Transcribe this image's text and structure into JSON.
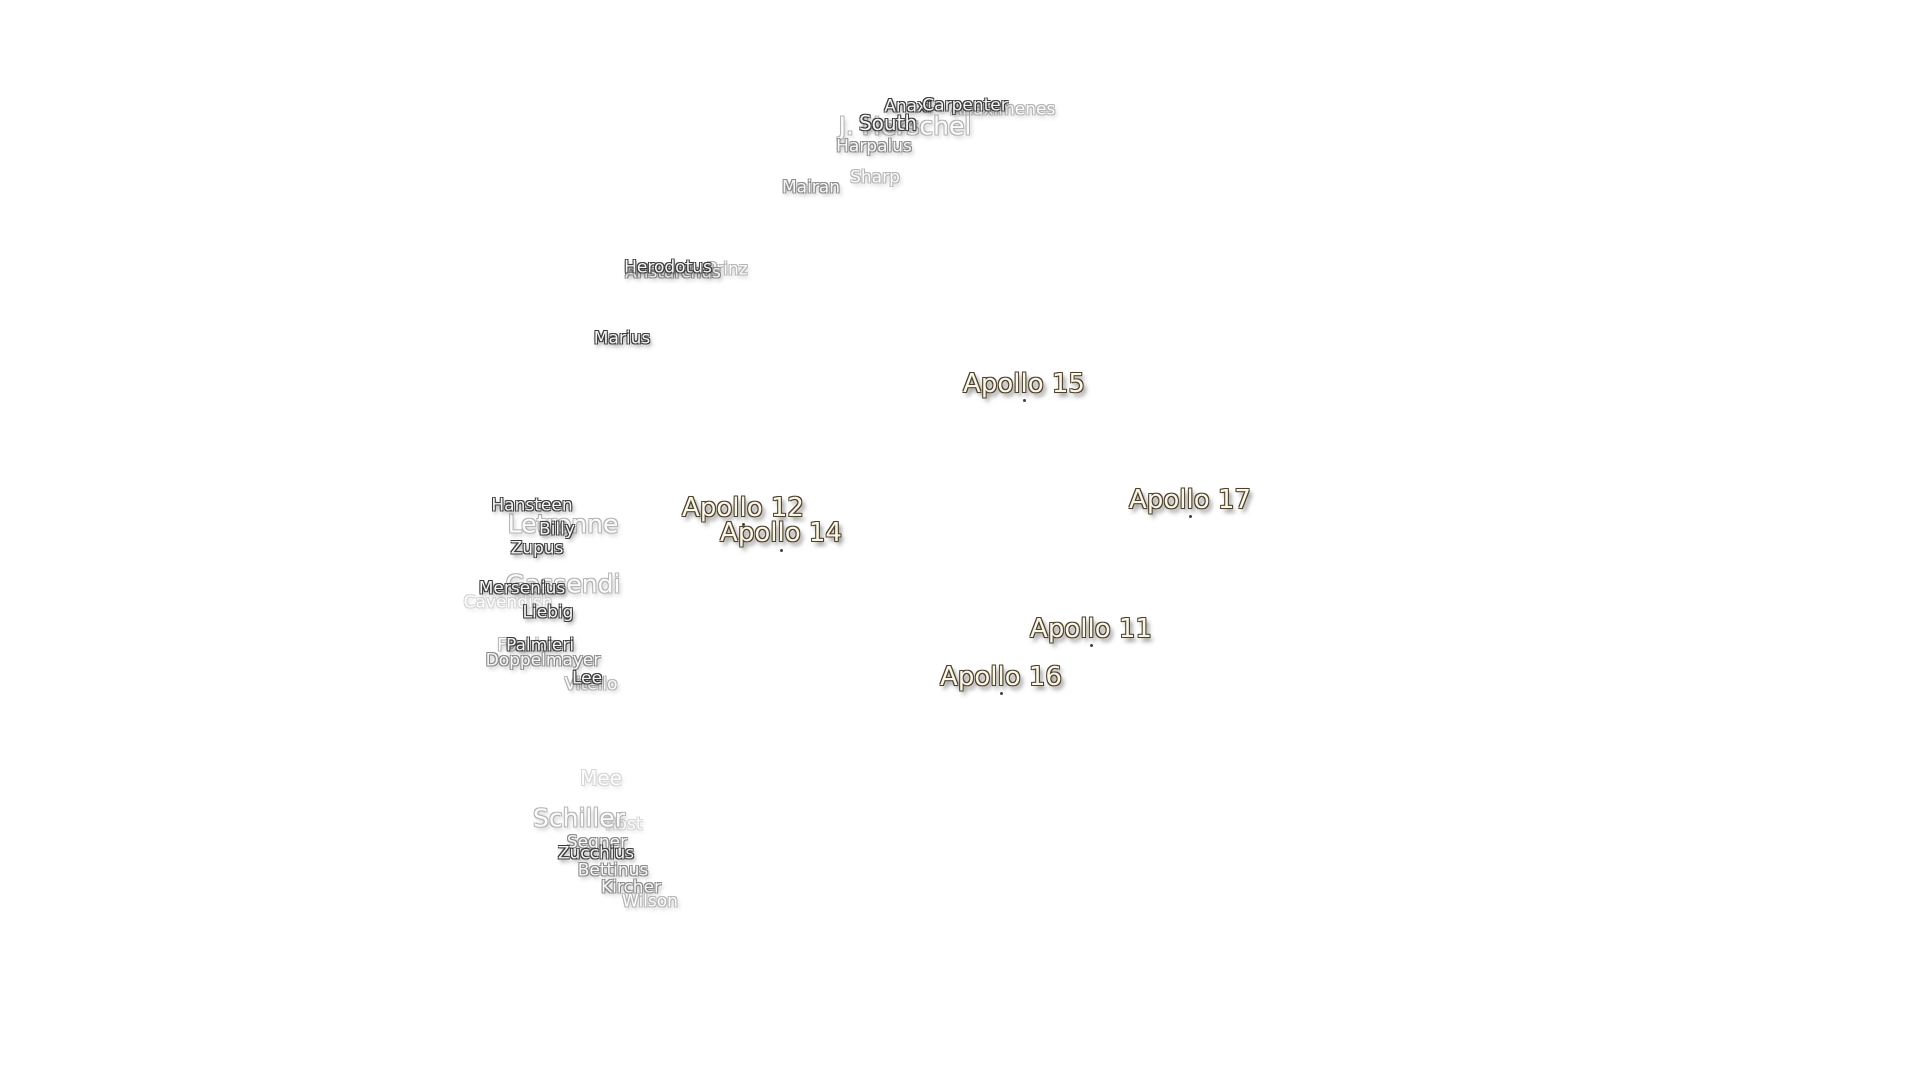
{
  "map": {
    "craters": [
      {
        "id": "anaximenes",
        "name": "Anaximenes",
        "style": "faint"
      },
      {
        "id": "anaxi",
        "name": "Anaxi",
        "style": ""
      },
      {
        "id": "carpenter",
        "name": "Carpenter",
        "style": ""
      },
      {
        "id": "j-herschel",
        "name": "J. Herschel",
        "style": "faint big"
      },
      {
        "id": "south",
        "name": "South",
        "style": "mid"
      },
      {
        "id": "harpalus",
        "name": "Harpalus",
        "style": "medfade"
      },
      {
        "id": "sharp",
        "name": "Sharp",
        "style": "faint"
      },
      {
        "id": "mairan",
        "name": "Mairan",
        "style": "medfade"
      },
      {
        "id": "herodotus",
        "name": "Herodotus",
        "style": ""
      },
      {
        "id": "aristarchus",
        "name": "Aristarchus",
        "style": "medfade"
      },
      {
        "id": "prinz",
        "name": "Prinz",
        "style": "faint"
      },
      {
        "id": "marius",
        "name": "Marius",
        "style": ""
      },
      {
        "id": "hansteen",
        "name": "Hansteen",
        "style": ""
      },
      {
        "id": "letronne",
        "name": "Letronne",
        "style": "faint big"
      },
      {
        "id": "billy",
        "name": "Billy",
        "style": ""
      },
      {
        "id": "zupus",
        "name": "Zupus",
        "style": ""
      },
      {
        "id": "gassendi",
        "name": "Gassendi",
        "style": "faint big"
      },
      {
        "id": "mersenius",
        "name": "Mersenius",
        "style": ""
      },
      {
        "id": "cavendish",
        "name": "Cavendish",
        "style": "faint2"
      },
      {
        "id": "liebig",
        "name": "Liebig",
        "style": ""
      },
      {
        "id": "fourier",
        "name": "Fourier",
        "style": "faint"
      },
      {
        "id": "palmieri",
        "name": "Palmieri",
        "style": ""
      },
      {
        "id": "doppelmayer",
        "name": "Doppelmayer",
        "style": "medfade"
      },
      {
        "id": "lee",
        "name": "Lee",
        "style": ""
      },
      {
        "id": "vitello",
        "name": "Vitello",
        "style": "faint"
      },
      {
        "id": "mee",
        "name": "Mee",
        "style": "faint2 mid"
      },
      {
        "id": "schiller",
        "name": "Schiller",
        "style": "faint big"
      },
      {
        "id": "rost",
        "name": "Rost",
        "style": "faint2"
      },
      {
        "id": "segner",
        "name": "Segner",
        "style": "medfade"
      },
      {
        "id": "zucchius",
        "name": "Zucchius",
        "style": ""
      },
      {
        "id": "bettinus",
        "name": "Bettinus",
        "style": "medfade"
      },
      {
        "id": "kircher",
        "name": "Kircher",
        "style": "medfade"
      },
      {
        "id": "wilson",
        "name": "Wilson",
        "style": "faint"
      }
    ],
    "landing_sites": [
      {
        "id": "apollo-15",
        "name": "Apollo 15"
      },
      {
        "id": "apollo-12",
        "name": "Apollo 12"
      },
      {
        "id": "apollo-14",
        "name": "Apollo 14"
      },
      {
        "id": "apollo-17",
        "name": "Apollo 17"
      },
      {
        "id": "apollo-11",
        "name": "Apollo 11"
      },
      {
        "id": "apollo-16",
        "name": "Apollo 16"
      }
    ]
  }
}
